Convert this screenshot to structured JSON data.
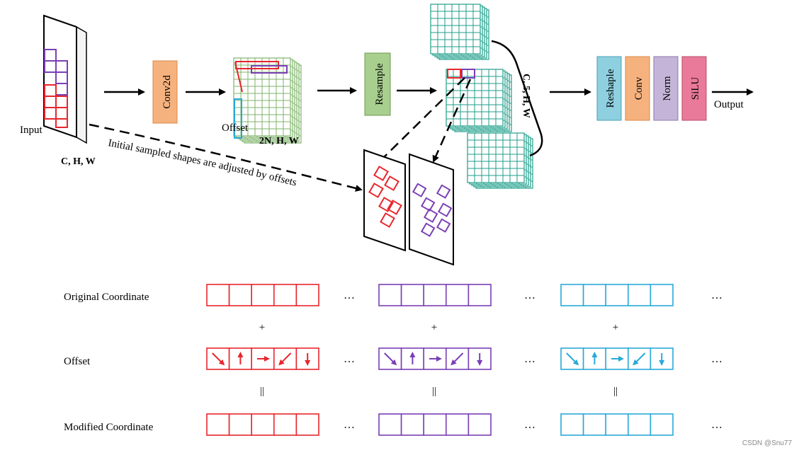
{
  "diagram": {
    "input_label": "Input",
    "input_dims": "C, H, W",
    "conv2d_label": "Conv2d",
    "offset_label": "Offset",
    "offset_dims": "2N, H, W",
    "resample_label": "Resample",
    "stack_dims": "C, 5, H, W",
    "reshape_label": "Reshaple",
    "conv_label": "Conv",
    "norm_label": "Norm",
    "silu_label": "SiLU",
    "output_label": "Output",
    "curve_caption": "Initial sampled shapes are adjusted by offsets"
  },
  "rows": {
    "original_label": "Original Coordinate",
    "offset_label": "Offset",
    "modified_label": "Modified Coordinate",
    "plus": "+",
    "equals": "||",
    "ellipsis": "…"
  },
  "colors": {
    "red": "#e8262c",
    "purple": "#7a3fb5",
    "cyan": "#2aa9d8",
    "teal_grid": "#1f9e8a",
    "green_grid": "#7fb36a",
    "conv2d_fill": "#f6b27e",
    "resample_fill": "#a8cf8e",
    "reshape_fill": "#8ed0e0",
    "conv_fill": "#f6b27e",
    "norm_fill": "#c4b5d8",
    "silu_fill": "#ea7a9a"
  },
  "offset_arrows": [
    "down-right",
    "up",
    "right",
    "down-left",
    "down"
  ],
  "watermark": "CSDN @Snu77"
}
